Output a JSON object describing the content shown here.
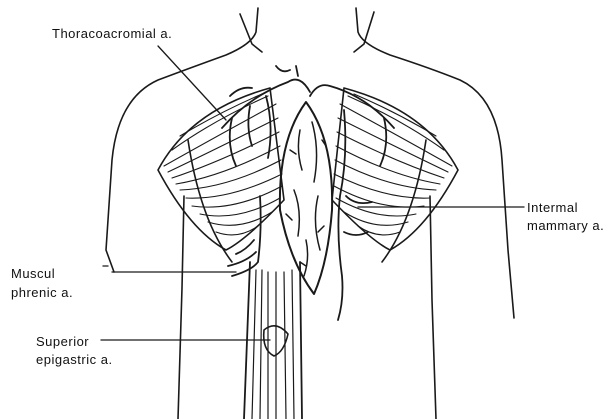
{
  "figure": {
    "labels": {
      "thoracoacromial": "Thoracoacromial a.",
      "internal_mammary_line1": "Intermal",
      "internal_mammary_line2": "mammary a.",
      "musculophrenic_line1": "Muscul",
      "musculophrenic_line2": "phrenic a.",
      "superior_epigastric_line1": "Superior",
      "superior_epigastric_line2": "epigastric a."
    }
  }
}
